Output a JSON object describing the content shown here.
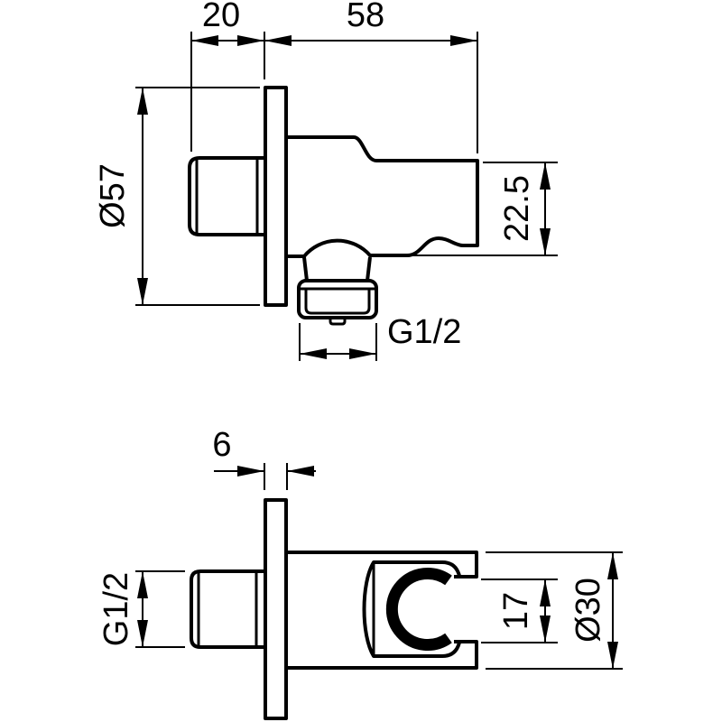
{
  "drawing": {
    "type": "technical-dimension-drawing",
    "subject": "shower wall elbow with handset holder",
    "colors": {
      "ink": "#000000",
      "background": "#ffffff"
    },
    "views": {
      "side": {
        "name": "side elevation",
        "dims": {
          "inlet_depth": {
            "label": "20"
          },
          "projection": {
            "label": "58"
          },
          "escutcheon_diameter": {
            "label": "Ø57"
          },
          "body_height": {
            "label": "22.5"
          },
          "outlet_thread": {
            "label": "G1/2"
          }
        }
      },
      "plan": {
        "name": "plan view",
        "dims": {
          "escutcheon_thickness": {
            "label": "6"
          },
          "inlet_thread": {
            "label": "G1/2"
          },
          "cradle_opening": {
            "label": "17"
          },
          "holder_diameter": {
            "label": "Ø30"
          }
        }
      }
    }
  }
}
